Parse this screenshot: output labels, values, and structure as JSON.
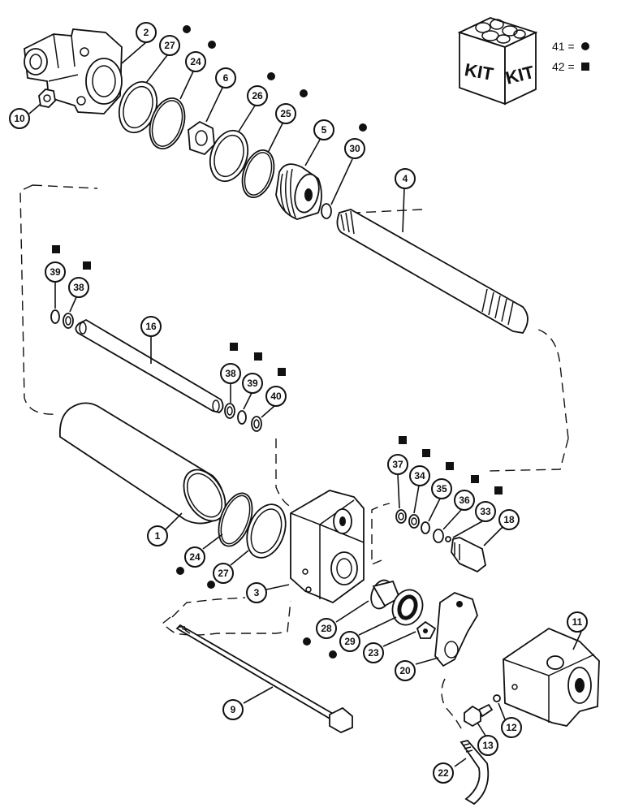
{
  "diagram": {
    "kit_box": {
      "labels": [
        "KIT",
        "KIT"
      ]
    },
    "legend": [
      {
        "label": "41 =",
        "symbol": "circle"
      },
      {
        "label": "42 =",
        "symbol": "square"
      }
    ],
    "callouts": [
      {
        "id": "c2",
        "label": "2"
      },
      {
        "id": "c27a",
        "label": "27"
      },
      {
        "id": "c24a",
        "label": "24"
      },
      {
        "id": "c6",
        "label": "6"
      },
      {
        "id": "c26",
        "label": "26"
      },
      {
        "id": "c25",
        "label": "25"
      },
      {
        "id": "c5",
        "label": "5"
      },
      {
        "id": "c30",
        "label": "30"
      },
      {
        "id": "c10",
        "label": "10"
      },
      {
        "id": "c4",
        "label": "4"
      },
      {
        "id": "c39a",
        "label": "39"
      },
      {
        "id": "c38a",
        "label": "38"
      },
      {
        "id": "c16",
        "label": "16"
      },
      {
        "id": "c38b",
        "label": "38"
      },
      {
        "id": "c39b",
        "label": "39"
      },
      {
        "id": "c40",
        "label": "40"
      },
      {
        "id": "c37",
        "label": "37"
      },
      {
        "id": "c34",
        "label": "34"
      },
      {
        "id": "c35",
        "label": "35"
      },
      {
        "id": "c36",
        "label": "36"
      },
      {
        "id": "c33",
        "label": "33"
      },
      {
        "id": "c18",
        "label": "18"
      },
      {
        "id": "c1",
        "label": "1"
      },
      {
        "id": "c24b",
        "label": "24"
      },
      {
        "id": "c27b",
        "label": "27"
      },
      {
        "id": "c3",
        "label": "3"
      },
      {
        "id": "c11",
        "label": "11"
      },
      {
        "id": "c28",
        "label": "28"
      },
      {
        "id": "c29",
        "label": "29"
      },
      {
        "id": "c23",
        "label": "23"
      },
      {
        "id": "c20",
        "label": "20"
      },
      {
        "id": "c9",
        "label": "9"
      },
      {
        "id": "c12",
        "label": "12"
      },
      {
        "id": "c13",
        "label": "13"
      },
      {
        "id": "c22",
        "label": "22"
      }
    ]
  }
}
